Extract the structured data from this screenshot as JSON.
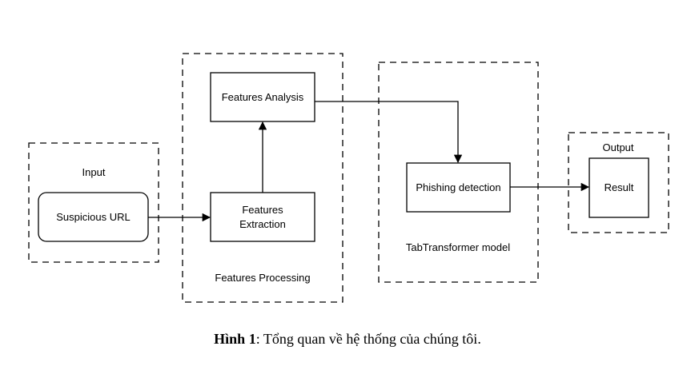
{
  "groups": {
    "input": "Input",
    "processing": "Features Processing",
    "model": "TabTransformer model",
    "output": "Output"
  },
  "nodes": {
    "suspicious_url": "Suspicious URL",
    "features_extraction_line1": "Features",
    "features_extraction_line2": "Extraction",
    "features_analysis": "Features Analysis",
    "phishing_detection": "Phishing detection",
    "result": "Result"
  },
  "caption": {
    "label": "Hình 1",
    "text": ": Tổng quan về hệ thống của chúng tôi."
  }
}
